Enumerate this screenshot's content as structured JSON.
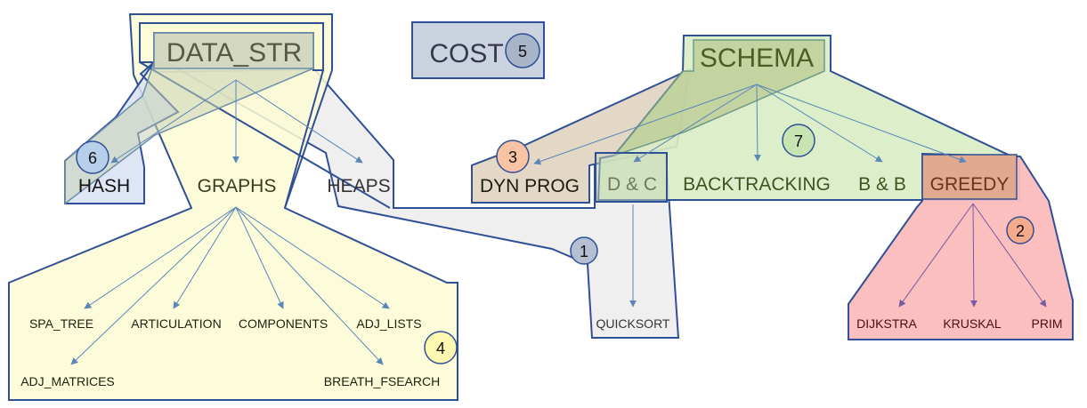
{
  "diagram": {
    "colors": {
      "outline": "#2f4f96",
      "yellow_region": "#fdfbd4",
      "gray_region": "#ededed",
      "blue_region": "#d8e2f3",
      "green_region": "#d8edc4",
      "tan_region": "#e2d6c2",
      "red_region": "#fcbcbc",
      "cost_box": "#ccd3e0",
      "edge": "#5b86b8"
    },
    "nodes": {
      "data_str": "DATA_STR",
      "cost": "COST",
      "schema": "SCHEMA",
      "hash": "HASH",
      "graphs": "GRAPHS",
      "heaps": "HEAPS",
      "dyn_prog": "DYN PROG",
      "d_and_c": "D & C",
      "backtracking": "BACKTRACKING",
      "b_and_b": "B & B",
      "greedy": "GREEDY",
      "spa_tree": "SPA_TREE",
      "articulation": "ARTICULATION",
      "components": "COMPONENTS",
      "adj_lists": "ADJ_LISTS",
      "adj_matrices": "ADJ_MATRICES",
      "breath_fsearch": "BREATH_FSEARCH",
      "quicksort": "QUICKSORT",
      "dijkstra": "DIJKSTRA",
      "kruskal": "KRUSKAL",
      "prim": "PRIM"
    },
    "badges": {
      "b1": "1",
      "b2": "2",
      "b3": "3",
      "b4": "4",
      "b5": "5",
      "b6": "6",
      "b7": "7"
    },
    "edges": [
      {
        "from": "DATA_STR",
        "to": "HASH"
      },
      {
        "from": "DATA_STR",
        "to": "GRAPHS"
      },
      {
        "from": "DATA_STR",
        "to": "HEAPS"
      },
      {
        "from": "GRAPHS",
        "to": "SPA_TREE"
      },
      {
        "from": "GRAPHS",
        "to": "ADJ_MATRICES"
      },
      {
        "from": "GRAPHS",
        "to": "ARTICULATION"
      },
      {
        "from": "GRAPHS",
        "to": "COMPONENTS"
      },
      {
        "from": "GRAPHS",
        "to": "BREATH_FSEARCH"
      },
      {
        "from": "GRAPHS",
        "to": "ADJ_LISTS"
      },
      {
        "from": "SCHEMA",
        "to": "DYN PROG"
      },
      {
        "from": "SCHEMA",
        "to": "D & C"
      },
      {
        "from": "SCHEMA",
        "to": "BACKTRACKING"
      },
      {
        "from": "SCHEMA",
        "to": "B & B"
      },
      {
        "from": "SCHEMA",
        "to": "GREEDY"
      },
      {
        "from": "D & C",
        "to": "QUICKSORT"
      },
      {
        "from": "GREEDY",
        "to": "DIJKSTRA"
      },
      {
        "from": "GREEDY",
        "to": "KRUSKAL"
      },
      {
        "from": "GREEDY",
        "to": "PRIM"
      }
    ]
  }
}
